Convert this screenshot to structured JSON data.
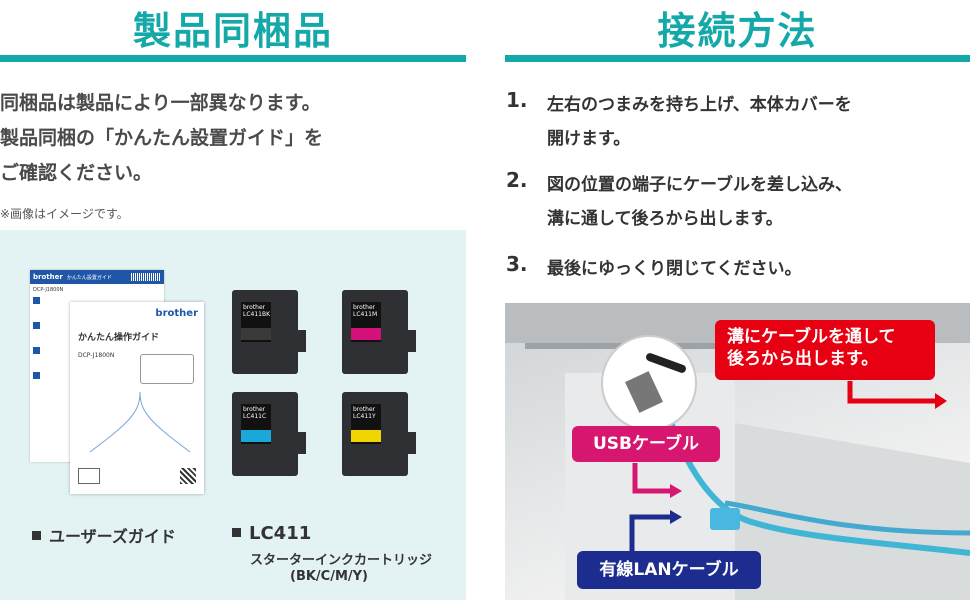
{
  "left": {
    "heading": "製品同梱品",
    "lines": [
      "同梱品は製品により一部異なります。",
      "製品同梱の「かんたん設置ガイド」を",
      "ご確認ください。"
    ],
    "note": "※画像はイメージです。",
    "manual": {
      "back_brand": "brother",
      "back_title": "かんたん設置ガイド",
      "back_model": "DCP-J1800N",
      "front_brand": "brother",
      "front_title": "かんたん操作ガイド",
      "front_model": "DCP-J1800N"
    },
    "cartridges": [
      {
        "brand": "brother",
        "code": "LC411BK",
        "color": "#3a3a3a"
      },
      {
        "brand": "brother",
        "code": "LC411M",
        "color": "#d4107b"
      },
      {
        "brand": "brother",
        "code": "LC411C",
        "color": "#1aa7d9"
      },
      {
        "brand": "brother",
        "code": "LC411Y",
        "color": "#f2d400"
      }
    ],
    "caption_manual": "ユーザーズガイド",
    "caption_ink": "LC411",
    "caption_ink_sub1": "スターターインクカートリッジ",
    "caption_ink_sub2": "(BK/C/M/Y)"
  },
  "right": {
    "heading": "接続方法",
    "steps": [
      {
        "num": "1.",
        "line1": "左右のつまみを持ち上げ、本体カバーを",
        "line2": "開けます。"
      },
      {
        "num": "2.",
        "line1": "図の位置の端子にケーブルを差し込み、",
        "line2": "溝に通して後ろから出します。"
      },
      {
        "num": "3.",
        "line1": "最後にゆっくり閉じてください。",
        "line2": ""
      }
    ],
    "callout_top_1": "溝にケーブルを通して",
    "callout_top_2": "後ろから出します。",
    "callout_usb": "USBケーブル",
    "callout_lan": "有線LANケーブル"
  },
  "colors": {
    "accent": "#14a9a8",
    "panel_bg": "#e3f2f3",
    "red": "#e60012",
    "magenta": "#d6166f",
    "navy": "#1d2c8f"
  }
}
